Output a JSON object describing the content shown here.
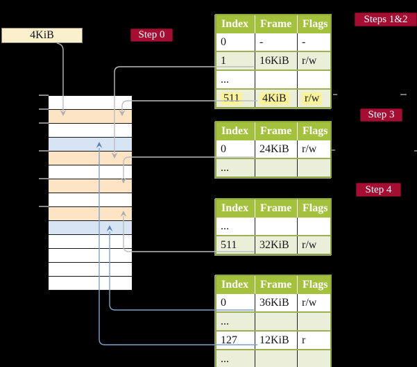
{
  "palette": {
    "background": "#000000",
    "table_header_green": "#A3C13C",
    "table_row_green": "#EBEFD9",
    "table_border_green": "#8FA63B",
    "frame_white": "#FFFFFF",
    "frame_peach": "#FCE4C4",
    "frame_blue": "#D7E4F3",
    "highlight_yellow": "#FBF398",
    "label_red": "#A50D33",
    "label_red_border": "#6E0A20",
    "box_cream": "#FBF0CE",
    "arrow_gray": "#BDBDBD",
    "arrow_blue": "#7FA1CD"
  },
  "root_pointer": {
    "label": "4KiB"
  },
  "step_labels": [
    {
      "label": "Step 0"
    },
    {
      "label": "Steps 1&2"
    },
    {
      "label": "Step 3"
    },
    {
      "label": "Step 4"
    }
  ],
  "memory": {
    "rows": [
      {
        "color": "white"
      },
      {
        "color": "peach"
      },
      {
        "color": "white"
      },
      {
        "color": "blue"
      },
      {
        "color": "peach"
      },
      {
        "color": "white"
      },
      {
        "color": "peach"
      },
      {
        "color": "white"
      },
      {
        "color": "peach"
      },
      {
        "color": "blue"
      },
      {
        "color": "white"
      },
      {
        "color": "white"
      },
      {
        "color": "white"
      },
      {
        "color": "white"
      }
    ]
  },
  "tables": [
    {
      "columns": [
        "Index",
        "Frame",
        "Flags"
      ],
      "rows": [
        {
          "cells": [
            "0",
            "-",
            "-"
          ]
        },
        {
          "cells": [
            "1",
            "16KiB",
            "r/w"
          ]
        },
        {
          "cells": [
            "...",
            "",
            ""
          ]
        },
        {
          "cells": [
            "511",
            "4KiB",
            "r/w"
          ]
        }
      ]
    },
    {
      "columns": [
        "Index",
        "Frame",
        "Flags"
      ],
      "rows": [
        {
          "cells": [
            "0",
            "24KiB",
            "r/w"
          ]
        },
        {
          "cells": [
            "...",
            "",
            ""
          ]
        }
      ]
    },
    {
      "columns": [
        "Index",
        "Frame",
        "Flags"
      ],
      "rows": [
        {
          "cells": [
            "...",
            "",
            ""
          ]
        },
        {
          "cells": [
            "511",
            "32KiB",
            "r/w"
          ]
        }
      ]
    },
    {
      "columns": [
        "Index",
        "Frame",
        "Flags"
      ],
      "rows": [
        {
          "cells": [
            "0",
            "36KiB",
            "r/w"
          ]
        },
        {
          "cells": [
            "...",
            "",
            ""
          ]
        },
        {
          "cells": [
            "127",
            "12KiB",
            "r"
          ]
        },
        {
          "cells": [
            "...",
            "",
            ""
          ]
        }
      ]
    }
  ]
}
